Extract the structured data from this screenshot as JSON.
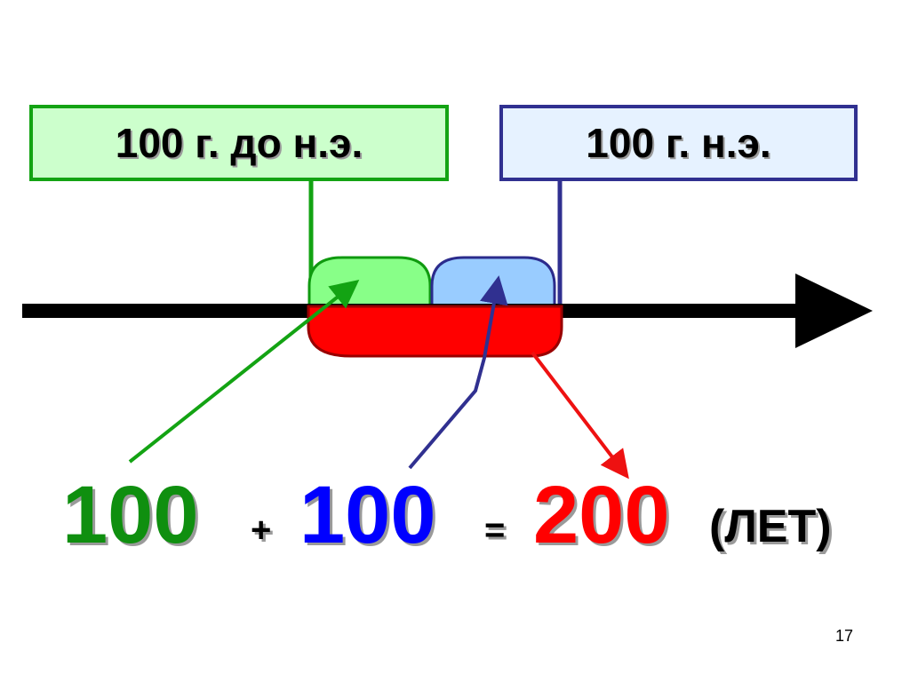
{
  "labels": {
    "bce": "100 г. до н.э.",
    "ce": "100 г. н.э."
  },
  "equation": {
    "a": "100",
    "plus": "+",
    "b": "100",
    "equals": "=",
    "result": "200",
    "unit": "(ЛЕТ)"
  },
  "page_number": "17",
  "colors": {
    "green": "#0f8f0f",
    "blue": "#0000ff",
    "red": "#ff0000",
    "light_green": "#88ff88",
    "light_blue": "#99ccff"
  }
}
